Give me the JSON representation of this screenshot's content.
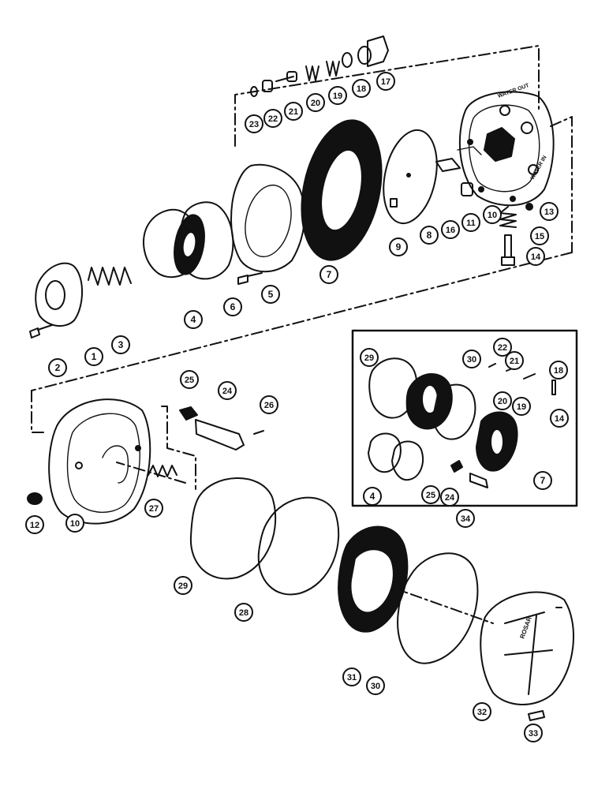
{
  "diagram": {
    "ink_color": "#111111",
    "background": "#ffffff",
    "callouts": [
      {
        "id": "c23a",
        "label": "23"
      },
      {
        "id": "c22a",
        "label": "22"
      },
      {
        "id": "c21a",
        "label": "21"
      },
      {
        "id": "c20a",
        "label": "20"
      },
      {
        "id": "c19a",
        "label": "19"
      },
      {
        "id": "c18a",
        "label": "18"
      },
      {
        "id": "c17",
        "label": "17"
      },
      {
        "id": "c16",
        "label": "16"
      },
      {
        "id": "c11",
        "label": "11"
      },
      {
        "id": "c10a",
        "label": "10"
      },
      {
        "id": "c13",
        "label": "13"
      },
      {
        "id": "c15",
        "label": "15"
      },
      {
        "id": "c14a",
        "label": "14"
      },
      {
        "id": "c9",
        "label": "9"
      },
      {
        "id": "c8",
        "label": "8"
      },
      {
        "id": "c7a",
        "label": "7"
      },
      {
        "id": "c5",
        "label": "5"
      },
      {
        "id": "c6",
        "label": "6"
      },
      {
        "id": "c4a",
        "label": "4"
      },
      {
        "id": "c3",
        "label": "3"
      },
      {
        "id": "c1",
        "label": "1"
      },
      {
        "id": "c2",
        "label": "2"
      },
      {
        "id": "c25a",
        "label": "25"
      },
      {
        "id": "c24a",
        "label": "24"
      },
      {
        "id": "c26",
        "label": "26"
      },
      {
        "id": "c27",
        "label": "27"
      },
      {
        "id": "c12",
        "label": "12"
      },
      {
        "id": "c10b",
        "label": "10"
      },
      {
        "id": "c29a",
        "label": "29"
      },
      {
        "id": "c28",
        "label": "28"
      },
      {
        "id": "c31",
        "label": "31"
      },
      {
        "id": "c30a",
        "label": "30"
      },
      {
        "id": "c32",
        "label": "32"
      },
      {
        "id": "c33",
        "label": "33"
      },
      {
        "id": "c29b",
        "label": "29"
      },
      {
        "id": "c30b",
        "label": "30"
      },
      {
        "id": "c22b",
        "label": "22"
      },
      {
        "id": "c21b",
        "label": "21"
      },
      {
        "id": "c20b",
        "label": "20"
      },
      {
        "id": "c19b",
        "label": "19"
      },
      {
        "id": "c18b",
        "label": "18"
      },
      {
        "id": "c14b",
        "label": "14"
      },
      {
        "id": "c4b",
        "label": "4"
      },
      {
        "id": "c25b",
        "label": "25"
      },
      {
        "id": "c24b",
        "label": "24"
      },
      {
        "id": "c7b",
        "label": "7"
      },
      {
        "id": "c34",
        "label": "34"
      }
    ],
    "housing_text": {
      "water_out": "WATER OUT",
      "water_in": "WATER IN",
      "cover_text": "ROSAR"
    }
  }
}
